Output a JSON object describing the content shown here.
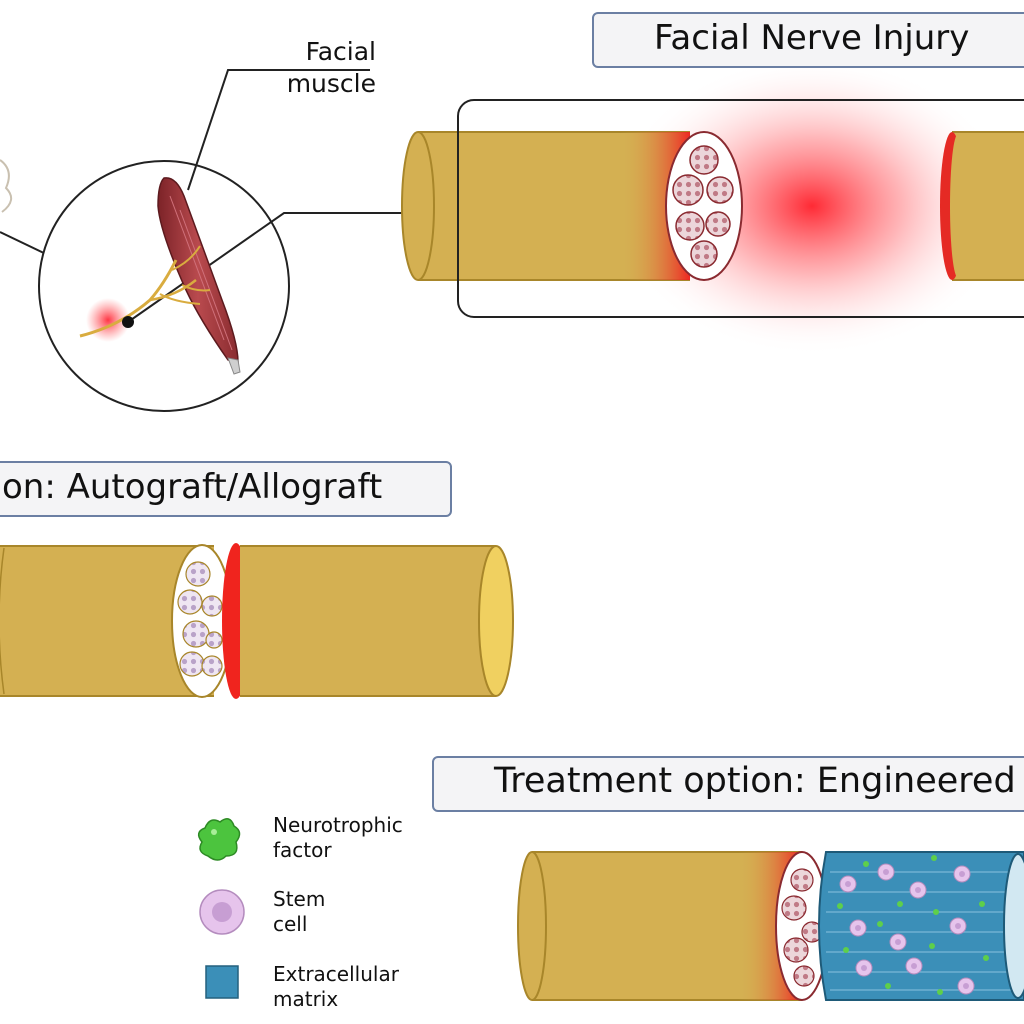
{
  "titles": {
    "injury": "Facial Nerve Injury",
    "graft": "on: Autograft/Allograft",
    "engineered": "Treatment option: Engineered"
  },
  "labels": {
    "facial_muscle_line1": "Facial",
    "facial_muscle_line2": "muscle"
  },
  "legend": {
    "neurotrophic_line1": "Neurotrophic",
    "neurotrophic_line2": "factor",
    "stem_line1": "Stem",
    "stem_line2": "cell",
    "ecm_line1": "Extracellular",
    "ecm_line2": "matrix"
  },
  "colors": {
    "nerve": "#d4b052",
    "nerve_dark": "#a8862a",
    "injury_red": "#e8262a",
    "muscle": "#b2454a",
    "scaffold": "#3b8fb8",
    "stem_cell": "#e6c4ec",
    "growth_factor": "#5ecf4a"
  }
}
